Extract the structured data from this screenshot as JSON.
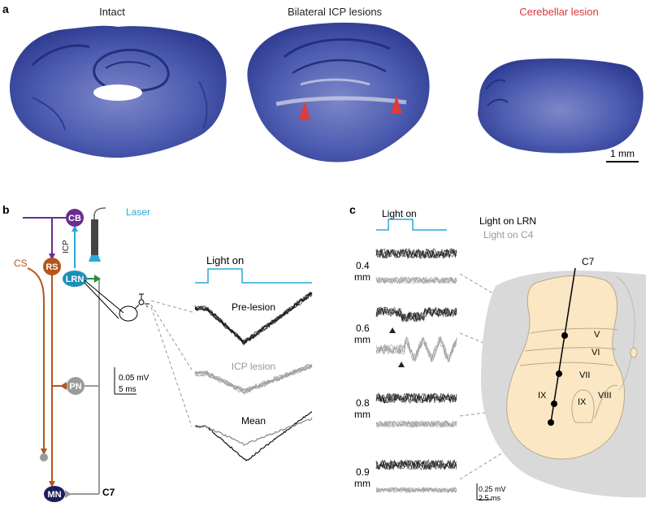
{
  "panel_a": {
    "letter": "a",
    "titles": {
      "intact": "Intact",
      "bilateral": "Bilateral ICP lesions",
      "cerebellar": "Cerebellar lesion"
    },
    "scalebar": "1 mm"
  },
  "panel_b": {
    "letter": "b",
    "nodes": {
      "cb": "CB",
      "rs": "RS",
      "lrn": "LRN",
      "pn": "PN",
      "mn": "MN"
    },
    "labels": {
      "laser": "Laser",
      "icp": "ICP",
      "cs": "CS",
      "c7": "C7"
    },
    "scale": {
      "voltage": "0.05 mV",
      "time": "5 ms"
    },
    "light_on": "Light on",
    "traces": {
      "pre": "Pre-lesion",
      "icp": "ICP lesion",
      "mean": "Mean"
    }
  },
  "panel_c": {
    "letter": "c",
    "light_on": "Light on",
    "legend": {
      "lrn": "Light on LRN",
      "c4": "Light on C4"
    },
    "depths": [
      "0.4",
      "0.6",
      "0.8",
      "0.9"
    ],
    "unit": "mm",
    "c7": "C7",
    "laminae": [
      "V",
      "VI",
      "VII",
      "VIII",
      "IX",
      "IX"
    ],
    "scale": {
      "voltage": "0.25 mV",
      "time": "2.5 ms"
    }
  },
  "colors": {
    "purple": "#6a2c91",
    "brown": "#b5561a",
    "cyan": "#29a9d9",
    "teal": "#1c8fb9",
    "green": "#2b8a3e",
    "navy": "#1c1f5e",
    "gray": "#9a9a9a",
    "red": "#e03a3a",
    "tissue": "#3a4aa3",
    "spinal_fill": "#fbe7c4"
  }
}
